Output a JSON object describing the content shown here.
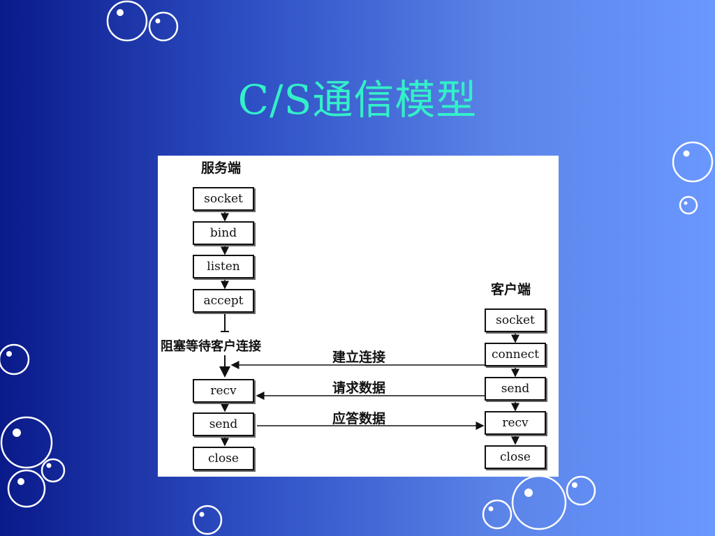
{
  "slide": {
    "title": "C/S通信模型"
  },
  "server": {
    "heading": "服务端",
    "steps": [
      "socket",
      "bind",
      "listen",
      "accept"
    ],
    "wait_label": "阻塞等待客户连接",
    "steps_after": [
      "recv",
      "send",
      "close"
    ]
  },
  "client": {
    "heading": "客户端",
    "steps": [
      "socket",
      "connect",
      "send",
      "recv",
      "close"
    ]
  },
  "messages": {
    "connect": "建立连接",
    "request": "请求数据",
    "response": "应答数据"
  },
  "colors": {
    "background_left": "#0a1a8a",
    "background_right": "#6a98ff",
    "title": "#33f0c8",
    "bubble": "#ffffff"
  }
}
